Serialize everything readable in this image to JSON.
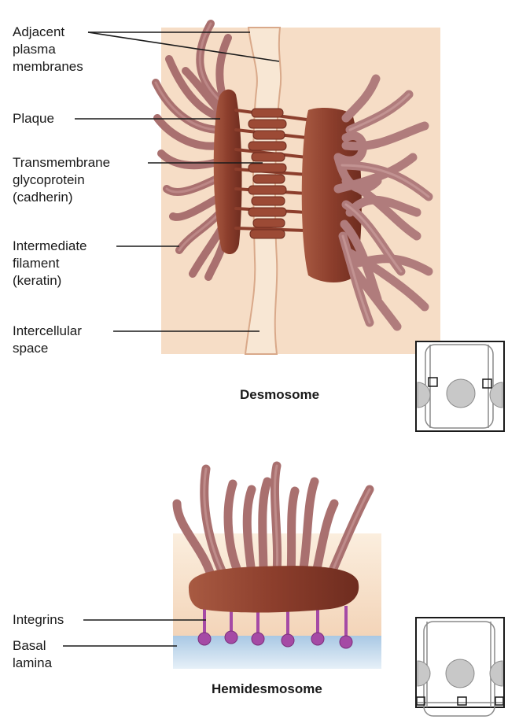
{
  "desmosome": {
    "title": "Desmosome",
    "labels": {
      "adjacent": "Adjacent\nplasma\nmembranes",
      "plaque": "Plaque",
      "transmembrane": "Transmembrane\nglycoprotein\n(cadherin)",
      "intermediate": "Intermediate\nfilament\n(keratin)",
      "intercellular": "Intercellular\nspace"
    }
  },
  "hemidesmosome": {
    "title": "Hemidesmosome",
    "labels": {
      "integrins": "Integrins",
      "basal": "Basal\nlamina"
    }
  },
  "colors": {
    "cytoplasm": "#f5dcc4",
    "membrane": "#f1d0b2",
    "plaque": "#8c3e2c",
    "filament": "#a9706f",
    "integrin": "#a54aa5",
    "basal_lamina": "#b9d4ea"
  }
}
